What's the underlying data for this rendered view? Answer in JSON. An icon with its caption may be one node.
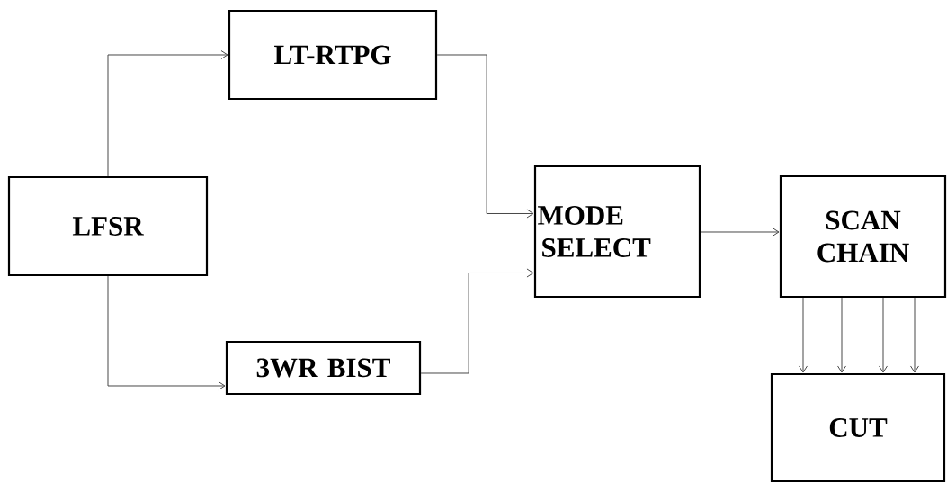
{
  "diagram": {
    "nodes": [
      {
        "text": [
          "LFSR"
        ]
      },
      {
        "text": [
          "LT-RTPG"
        ]
      },
      {
        "text": [
          "3WR BIST"
        ]
      },
      {
        "text": [
          "MODE SELECT"
        ]
      },
      {
        "text": [
          "SCAN CHAIN"
        ]
      },
      {
        "text": [
          "CUT"
        ]
      }
    ],
    "edges": [
      {
        "from": 0,
        "to": 1,
        "arrow": "to"
      },
      {
        "from": 0,
        "to": 2,
        "arrow": "to"
      },
      {
        "from": 1,
        "to": 3,
        "arrow": "to"
      },
      {
        "from": 2,
        "to": 3,
        "arrow": "to"
      },
      {
        "from": 3,
        "to": 4,
        "arrow": "to"
      },
      {
        "from": 4,
        "to": 5,
        "arrow": "to"
      },
      {
        "from": 4,
        "to": 5,
        "arrow": "to"
      },
      {
        "from": 4,
        "to": 5,
        "arrow": "to"
      },
      {
        "from": 4,
        "to": 5,
        "arrow": "to"
      }
    ]
  }
}
